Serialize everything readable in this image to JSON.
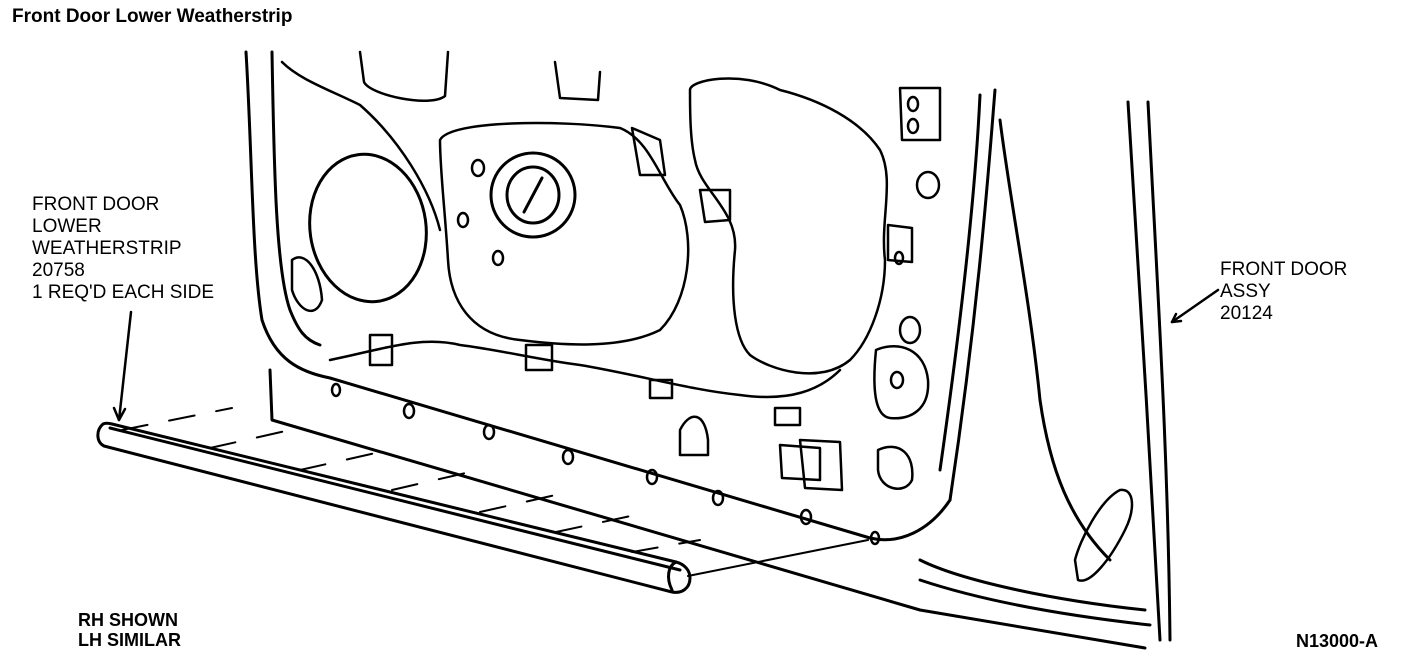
{
  "title": "Front Door Lower Weatherstrip",
  "callouts": {
    "weatherstrip": {
      "lines": [
        "FRONT DOOR",
        "LOWER",
        "WEATHERSTRIP",
        "20758",
        "1 REQ'D EACH SIDE"
      ]
    },
    "door_assy": {
      "lines": [
        "FRONT DOOR",
        "ASSY",
        "20124"
      ]
    }
  },
  "note": {
    "line1": "RH SHOWN",
    "line2": "LH SIMILAR"
  },
  "figure_code": "N13000-A"
}
